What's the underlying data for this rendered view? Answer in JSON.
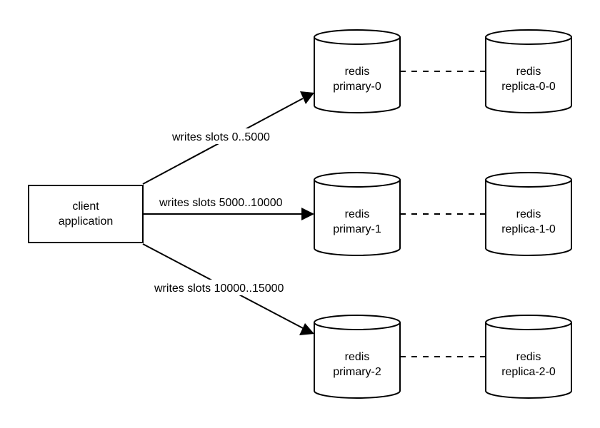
{
  "client": {
    "line1": "client",
    "line2": "application"
  },
  "primaries": [
    {
      "line1": "redis",
      "line2": "primary-0"
    },
    {
      "line1": "redis",
      "line2": "primary-1"
    },
    {
      "line1": "redis",
      "line2": "primary-2"
    }
  ],
  "replicas": [
    {
      "line1": "redis",
      "line2": "replica-0-0"
    },
    {
      "line1": "redis",
      "line2": "replica-1-0"
    },
    {
      "line1": "redis",
      "line2": "replica-2-0"
    }
  ],
  "edges": [
    {
      "label": "writes slots 0..5000"
    },
    {
      "label": "writes slots 5000..10000"
    },
    {
      "label": "writes slots 10000..15000"
    }
  ]
}
